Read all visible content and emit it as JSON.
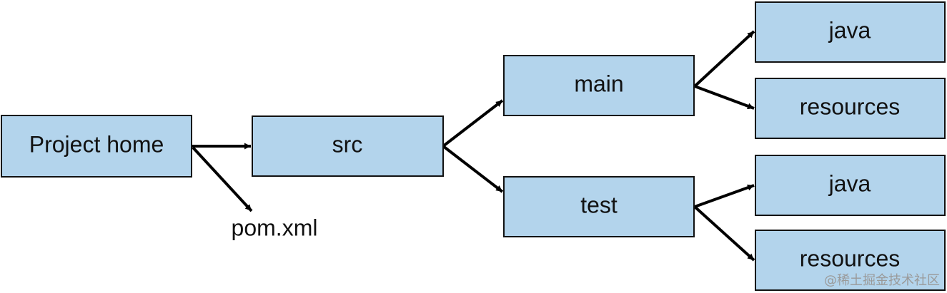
{
  "colors": {
    "box_fill": "#b3d4ec",
    "box_stroke": "#111111",
    "arrow": "#000000",
    "text": "#111111",
    "watermark": "#9a9a9a"
  },
  "nodes": {
    "project_home": "Project home",
    "src": "src",
    "main": "main",
    "test": "test",
    "main_java": "java",
    "main_resources": "resources",
    "test_java": "java",
    "test_resources": "resources"
  },
  "labels": {
    "pom": "pom.xml"
  },
  "edges": [
    [
      "project_home",
      "src"
    ],
    [
      "project_home",
      "pom"
    ],
    [
      "src",
      "main"
    ],
    [
      "src",
      "test"
    ],
    [
      "main",
      "main_java"
    ],
    [
      "main",
      "main_resources"
    ],
    [
      "test",
      "test_java"
    ],
    [
      "test",
      "test_resources"
    ]
  ],
  "watermark": "@稀土掘金技术社区"
}
